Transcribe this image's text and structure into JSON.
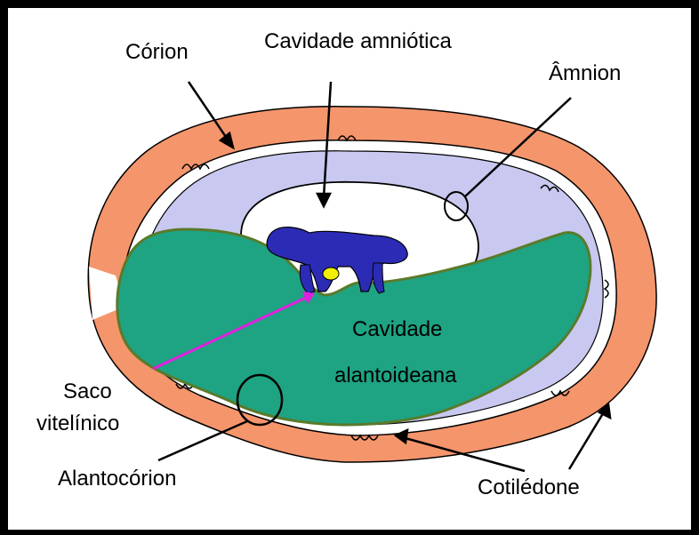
{
  "labels": {
    "corion": "Córion",
    "cavidade_amniotica": "Cavidade amniótica",
    "amnion": "Âmnion",
    "cavidade_alantoideana_1": "Cavidade",
    "cavidade_alantoideana_2": "alantoideana",
    "saco_vitelinico_1": "Saco",
    "saco_vitelinico_2": "vitelínico",
    "alantocorion": "Alantocórion",
    "cotiledone": "Cotilédone"
  },
  "colors": {
    "chorion": "#f4956c",
    "chorion_inner": "#c8c8f0",
    "allantois": "#1ea383",
    "allantois_border": "#5a7a2a",
    "embryo": "#2b2bb5",
    "yolk": "#f0f000",
    "pointer_magenta": "#e020e0",
    "frame": "#000000"
  }
}
